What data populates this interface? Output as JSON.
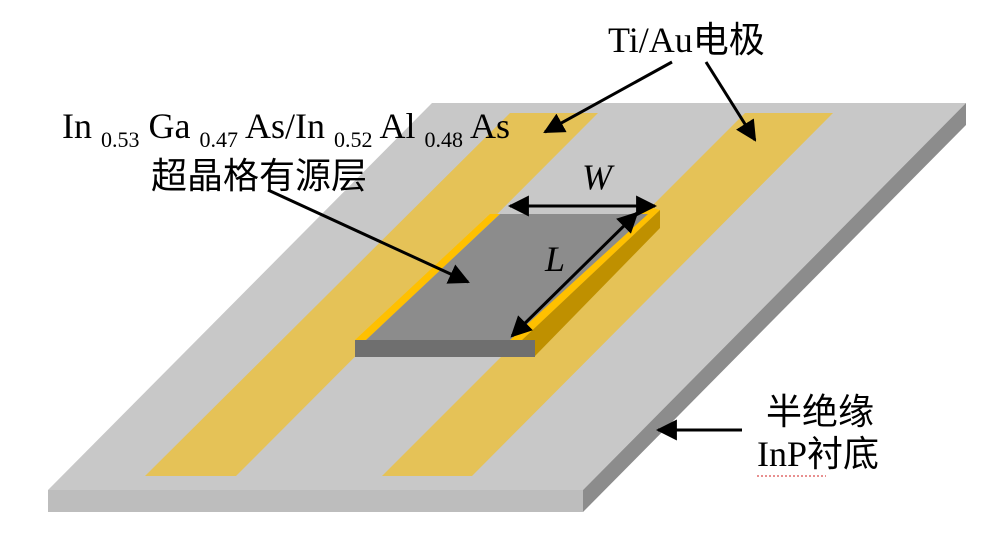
{
  "labels": {
    "electrode": "Ti/Au电极",
    "active_formula": {
      "in1": "In",
      "in1_sub": "0.53",
      "ga": "Ga",
      "ga_sub": "0.47",
      "as1": "As/In",
      "in2_sub": "0.52",
      "al": "Al",
      "al_sub": "0.48",
      "as2": "As"
    },
    "active_line2": "超晶格有源层",
    "width": "W",
    "length": "L",
    "substrate_line1": "半绝缘",
    "substrate_line2": "InP衬底"
  },
  "colors": {
    "background": "#ffffff",
    "substrate_top": "#c8c8c8",
    "substrate_side": "#b0b0b0",
    "substrate_side_dark": "#7a7a7a",
    "electrode": "#e5c257",
    "electrode_bright": "#ffc000",
    "electrode_side": "#bf9000",
    "active_top": "#8a8a8a",
    "active_side": "#6f6f6f",
    "arrow": "#000000"
  }
}
